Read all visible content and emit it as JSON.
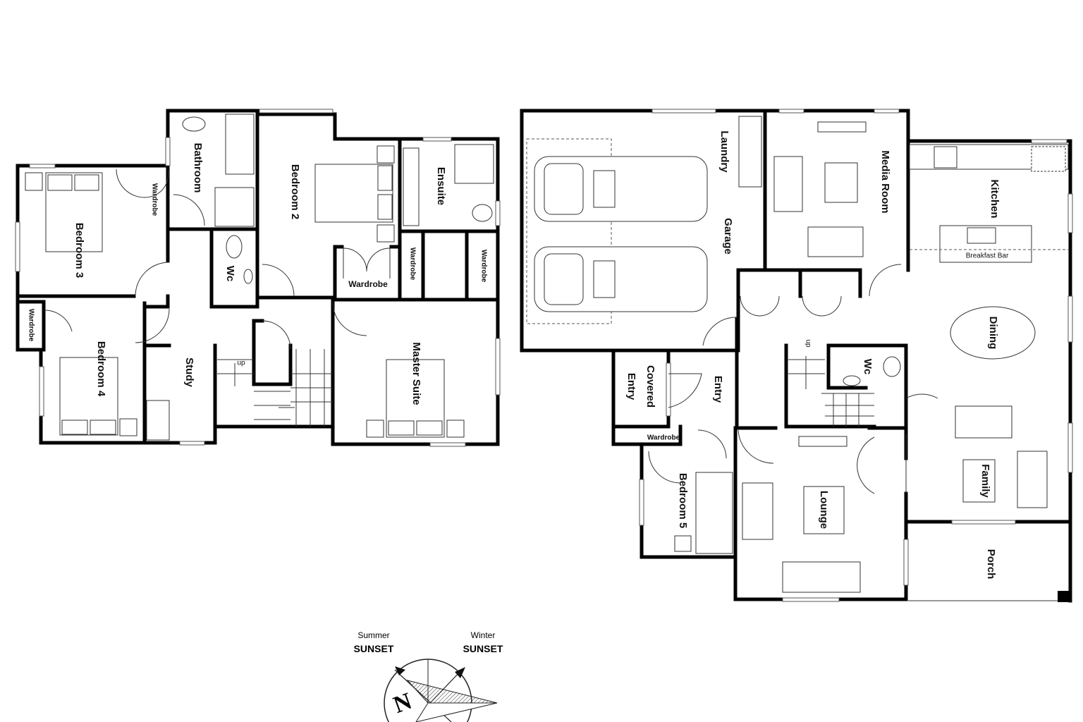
{
  "upper_floor": {
    "rooms": {
      "bedroom_3": "Bedroom 3",
      "bathroom": "Bathroom",
      "bedroom_2": "Bedroom 2",
      "ensuite": "Ensuite",
      "wc": "Wc",
      "study": "Study",
      "bedroom_4": "Bedroom 4",
      "master_suite": "Master Suite",
      "wardrobe_bed3": "Wardrobe",
      "wardrobe_bed4": "Wardrobe",
      "wardrobe_bed2": "Wardrobe",
      "wardrobe_master_1": "Wardrobe",
      "wardrobe_master_2": "Wardrobe"
    },
    "stairs_label": "up"
  },
  "ground_floor": {
    "rooms": {
      "laundry": "Laundry",
      "garage": "Garage",
      "media_room": "Media Room",
      "kitchen": "Kitchen",
      "breakfast_bar": "Breakfast Bar",
      "dining": "Dining",
      "covered_entry_1": "Covered",
      "covered_entry_2": "Entry",
      "entry": "Entry",
      "wc": "Wc",
      "bedroom_5": "Bedroom 5",
      "wardrobe": "Wardrobe",
      "lounge": "Lounge",
      "family": "Family",
      "porch": "Porch"
    },
    "stairs_label": "up"
  },
  "compass": {
    "north": "N",
    "summer_sunset_1": "Summer",
    "summer_sunset_2": "SUNSET",
    "winter_sunset_1": "Winter",
    "winter_sunset_2": "SUNSET"
  }
}
